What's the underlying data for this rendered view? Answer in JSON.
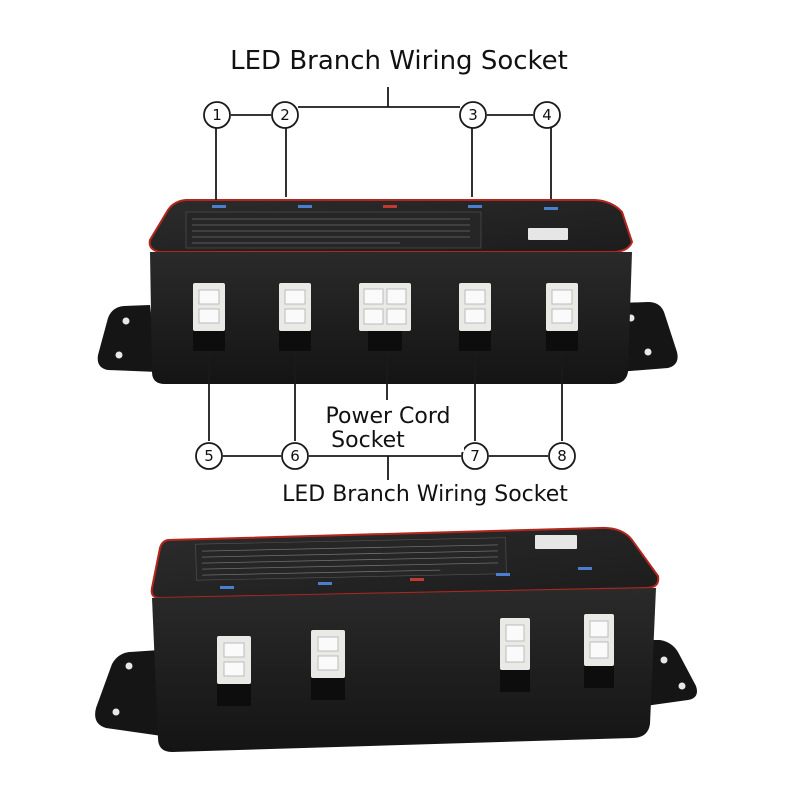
{
  "top_label": "LED Branch Wiring Socket",
  "bottom_label": "LED Branch Wiring Socket",
  "power_label_line1": "Power Cord",
  "power_label_line2": "Socket",
  "callouts": [
    "1",
    "2",
    "3",
    "4",
    "5",
    "6",
    "7",
    "8"
  ],
  "colors": {
    "box_body": "#1b1b1b",
    "box_top": "#222222",
    "rim_accent": "#b3261e",
    "connector": "#e9e9e6",
    "line": "#1a1a1a"
  }
}
